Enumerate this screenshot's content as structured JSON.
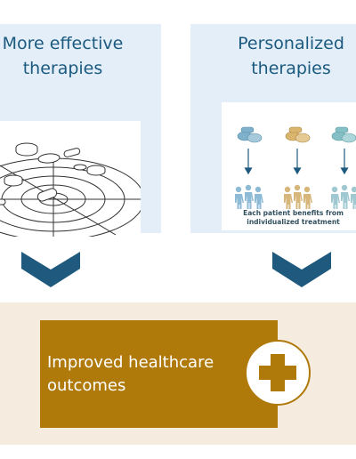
{
  "left_panel": {
    "title_line1": "More effective",
    "title_line2": "therapies"
  },
  "right_panel": {
    "title_line1": "Personalized",
    "title_line2": "therapies",
    "caption_line1": "Each patient benefits from",
    "caption_line2": "individualized treatment"
  },
  "outcome": {
    "label_line1": "Improved healthcare",
    "label_line2": "outcomes"
  },
  "colors": {
    "panel_bg": "#e4eef8",
    "title": "#1b5a7f",
    "chevron": "#1f5a7e",
    "band_bg": "#f5ebde",
    "outcome_box": "#b07a0a",
    "person_blue": "#8dbad4",
    "person_gold": "#d6b67a",
    "pill_blue": "#7fb1cc",
    "pill_gold": "#d9b56e",
    "pill_teal": "#84c0c6"
  }
}
